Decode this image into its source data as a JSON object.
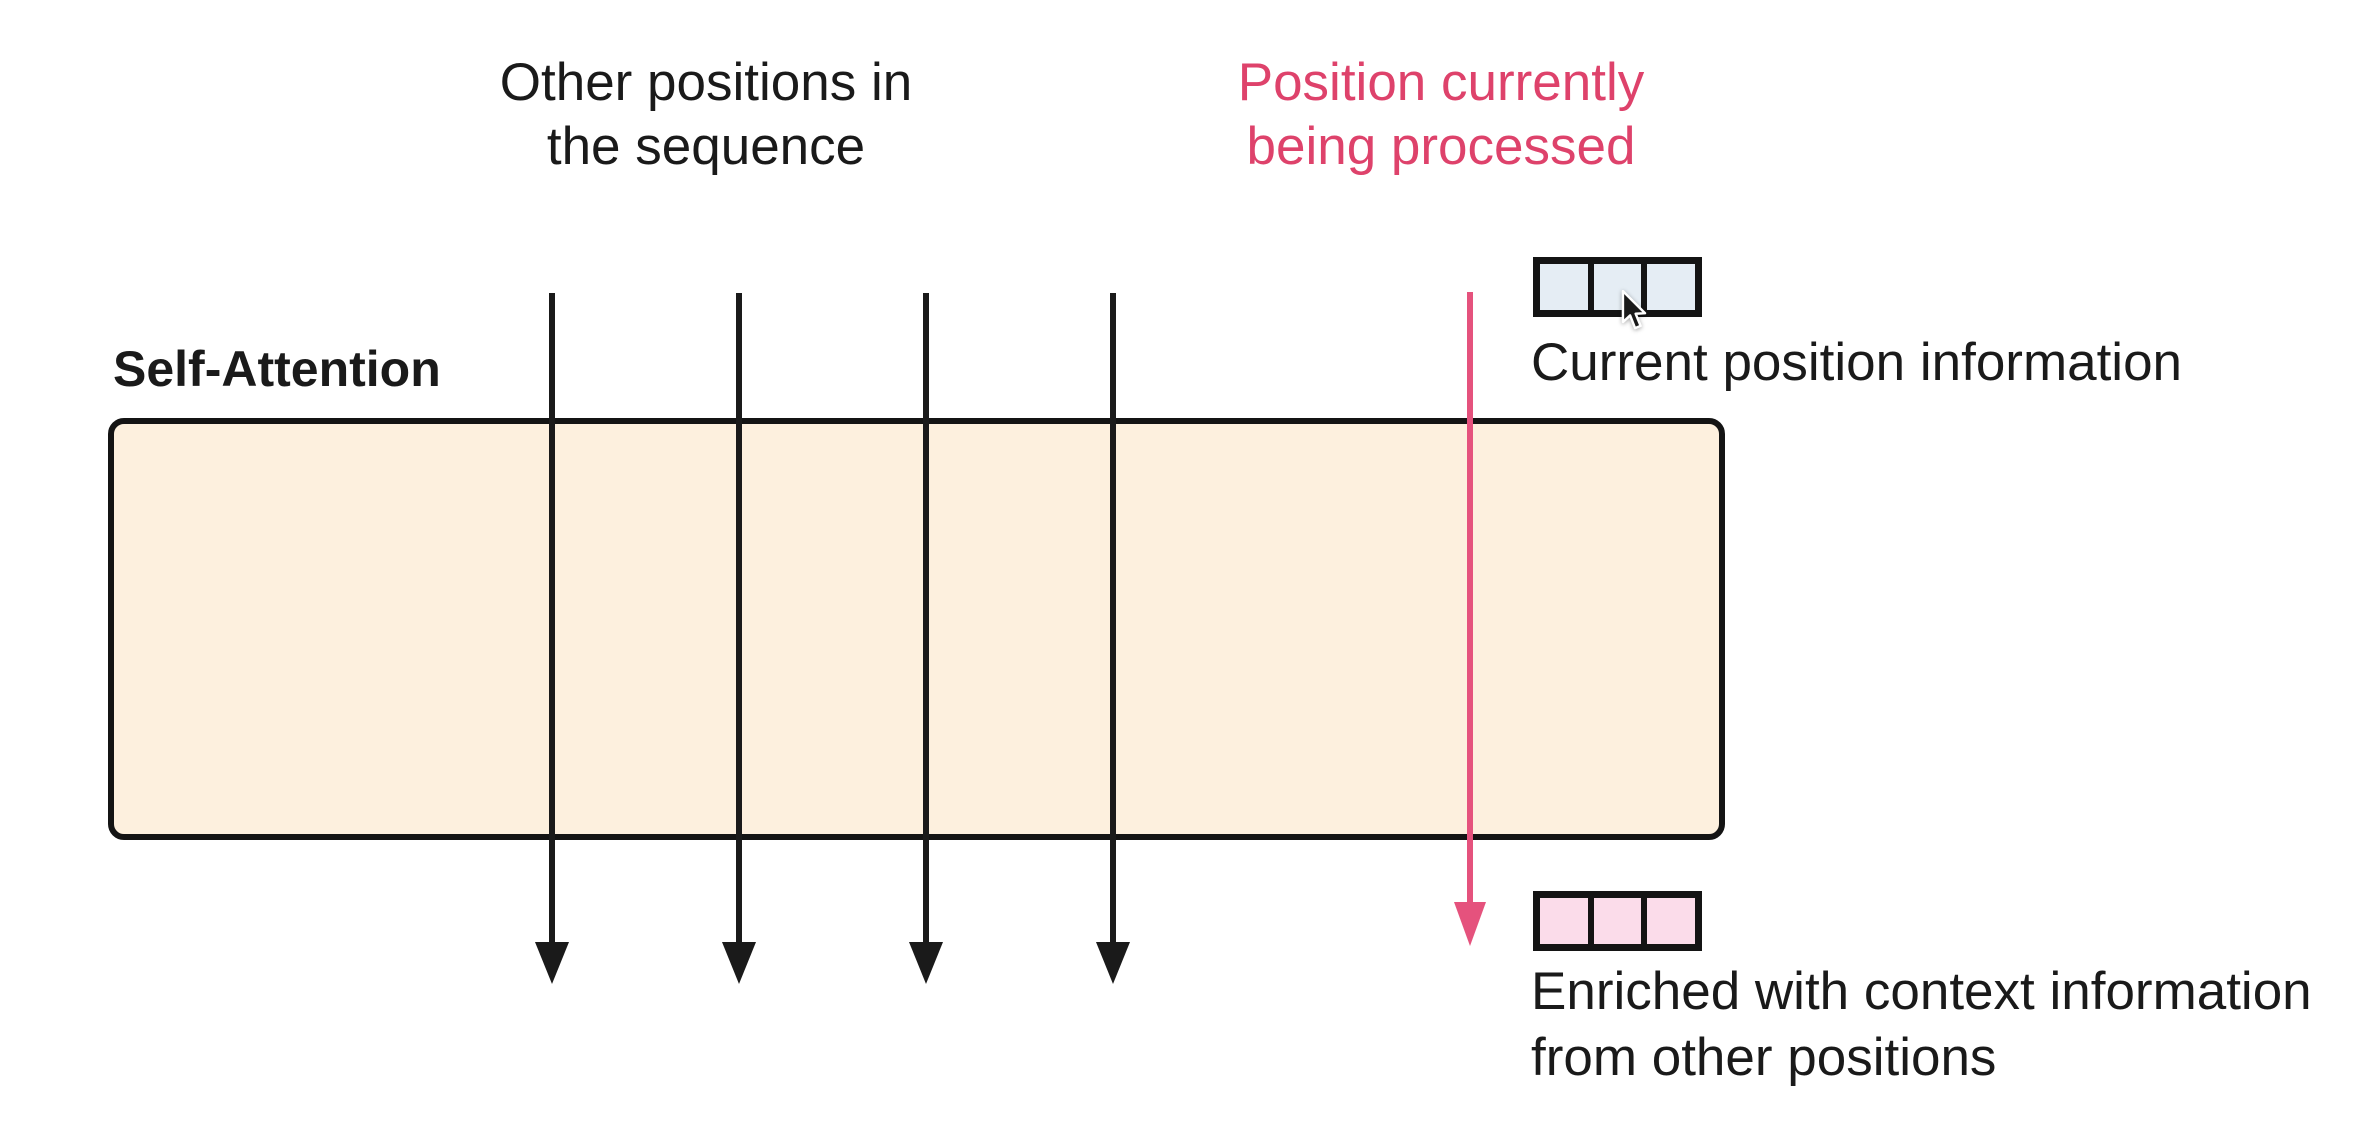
{
  "labels": {
    "other_positions": {
      "line1": "Other positions in",
      "line2": "the sequence"
    },
    "current_position": {
      "line1": "Position currently",
      "line2": "being processed"
    },
    "box_title": "Self-Attention",
    "current_info_caption": "Current position information",
    "enriched_caption": {
      "line1": "Enriched with context information",
      "line2": "from other positions"
    }
  },
  "icons": {
    "cursor": "mouse-pointer-arrow"
  },
  "diagram": {
    "other_position_arrow_count": 4,
    "current_position_arrow_count": 1,
    "vector_cell_count": 3
  },
  "colors": {
    "ink": "#1a1a1a",
    "pink_text": "#de426b",
    "pink_arrow": "#e5527d",
    "box_fill": "#fdf0de",
    "box_border": "#141414",
    "cell_blue": "#e5edf4",
    "cell_pink": "#fbdcea",
    "cell_border": "#141414"
  }
}
